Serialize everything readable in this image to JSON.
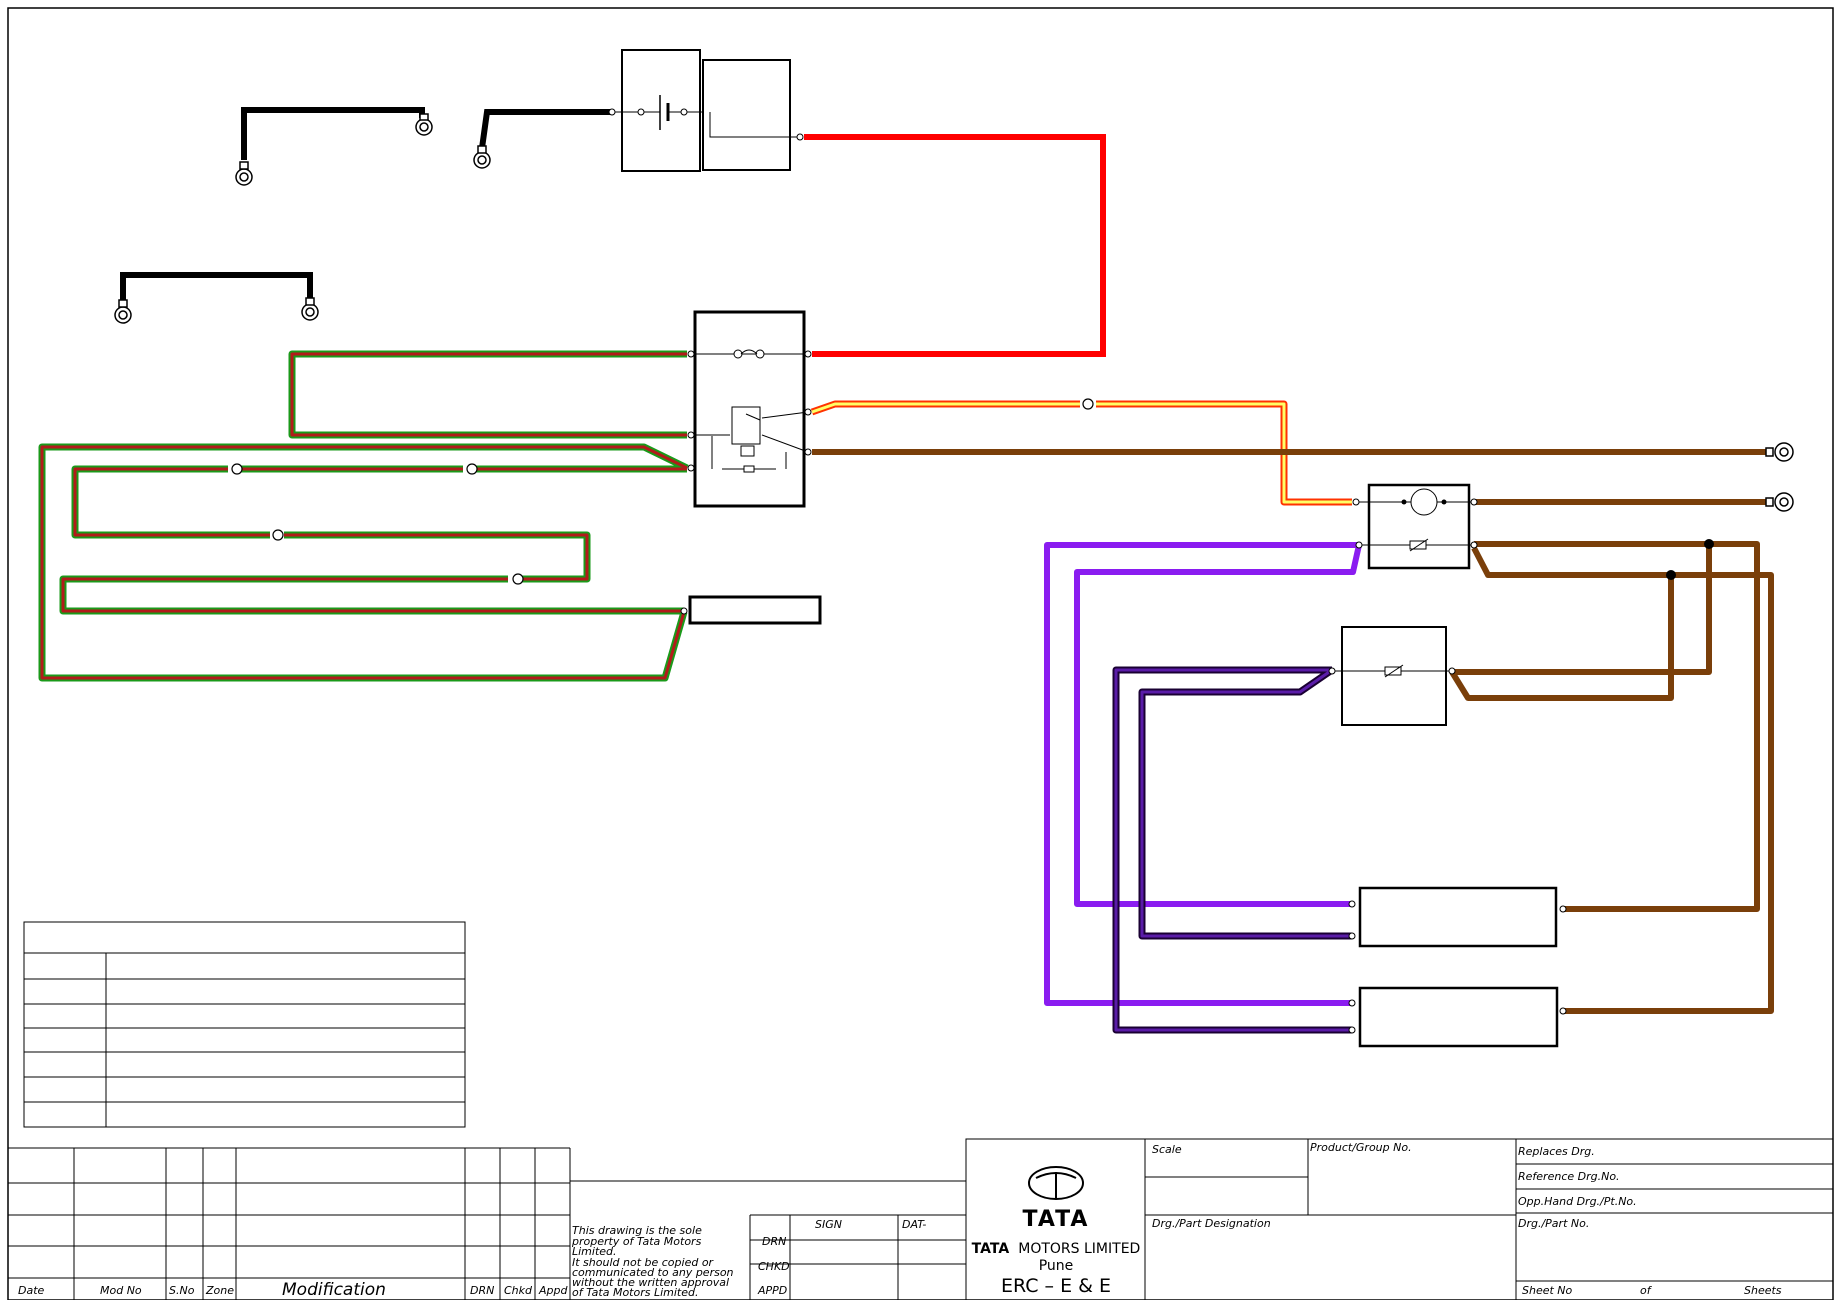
{
  "title_block": {
    "company_logo_text": "TATA",
    "company_name_brand": "TATA",
    "company_name_rest": "MOTORS LIMITED",
    "city": "Pune",
    "department": "ERC – E & E",
    "scale_label": "Scale",
    "product_group_label": "Product/Group No.",
    "replaces_label": "Replaces Drg.",
    "reference_label": "Reference Drg.No.",
    "opp_hand_label": "Opp.Hand Drg./Pt.No.",
    "drg_part_designation_label": "Drg./Part Designation",
    "drg_part_no_label": "Drg./Part No.",
    "sheet_no_label": "Sheet No",
    "of_label": "of",
    "sheets_label": "Sheets"
  },
  "revision_table": {
    "headers": [
      "Date",
      "Mod No",
      "S.No",
      "Zone",
      "Modification",
      "DRN",
      "Chkd",
      "Appd"
    ]
  },
  "approval": {
    "disclaimer_lines": [
      "This drawing is the sole",
      "property of Tata Motors",
      "Limited.",
      "  It should not be copied or",
      "communicated to any person",
      "without the written approval",
      "of Tata Motors Limited."
    ],
    "sign_label": "SIGN",
    "date_label": "DAT-",
    "rows": [
      "DRN",
      "CHKD",
      "APPD"
    ]
  },
  "wire_colors": {
    "black": "#000000",
    "red": "#ff0000",
    "green_core": "#b31b1b",
    "green_outline": "#1a9a1a",
    "orange_core": "#ffff66",
    "orange_outline": "#ff3300",
    "brown": "#7a3f0a",
    "violet": "#8a1cf0",
    "dark_violet_core": "#5a1ca8",
    "dark_violet_outline": "#1a0033"
  }
}
